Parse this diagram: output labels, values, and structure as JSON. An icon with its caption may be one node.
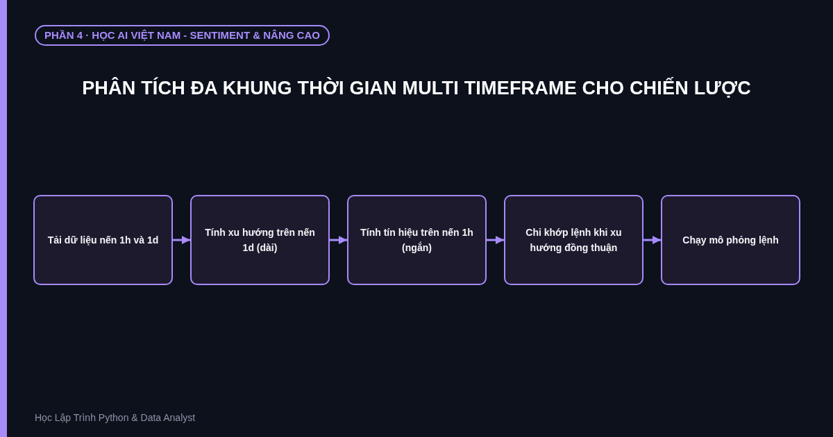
{
  "diagram": {
    "title": "PHÂN TÍCH ĐA KHUNG THỜI GIAN MULTI TIMEFRAME CHO CHIẾN LƯỢC",
    "nodes": [
      {
        "text": [
          "Tải dữ liệu nến 1h và 1d"
        ]
      },
      {
        "text": [
          "Tính xu hướng trên nến 1d (dài)"
        ]
      },
      {
        "text": [
          "Tính tín hiệu trên nến 1h (ngắn)"
        ]
      },
      {
        "text": [
          "Chỉ khớp lệnh khi xu hướng đồng thuận"
        ]
      },
      {
        "text": [
          "Chạy mô phỏng lệnh"
        ]
      }
    ],
    "edges": [
      {
        "from": 0,
        "to": 1,
        "arrow": "to"
      },
      {
        "from": 1,
        "to": 2,
        "arrow": "to"
      },
      {
        "from": 2,
        "to": 3,
        "arrow": "to"
      },
      {
        "from": 3,
        "to": 4,
        "arrow": "to"
      }
    ],
    "labels": [
      "PHẦN 4 · HỌC AI VIỆT NAM - SENTIMENT & NÂNG CAO",
      "Học Lập Trình Python & Data Analyst"
    ]
  }
}
